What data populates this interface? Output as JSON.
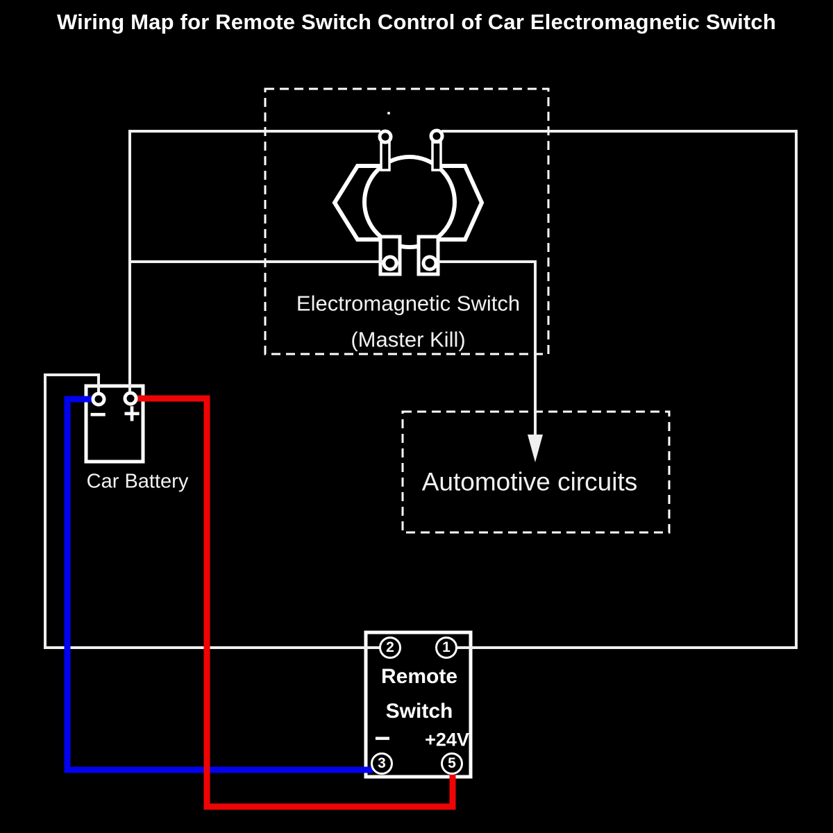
{
  "title": "Wiring Map for Remote Switch Control of Car Electromagnetic Switch",
  "colors": {
    "background": "#000000",
    "outline": "#ffffff",
    "wire_white": "#efefef",
    "wire_blue": "#0202f0",
    "wire_red": "#ee0404"
  },
  "electromagnetic_switch": {
    "label": "Electromagnetic Switch",
    "sublabel": "(Master Kill)"
  },
  "car_battery": {
    "label": "Car Battery",
    "negative_sign": "−",
    "positive_sign": "+"
  },
  "automotive_circuits": {
    "label": "Automotive circuits"
  },
  "remote_switch": {
    "label_line1": "Remote",
    "label_line2": "Switch",
    "terminal_top_left": "2",
    "terminal_top_right": "1",
    "terminal_bottom_left": "3",
    "terminal_bottom_right": "5",
    "negative_label": "−",
    "positive_label": "+24V"
  }
}
